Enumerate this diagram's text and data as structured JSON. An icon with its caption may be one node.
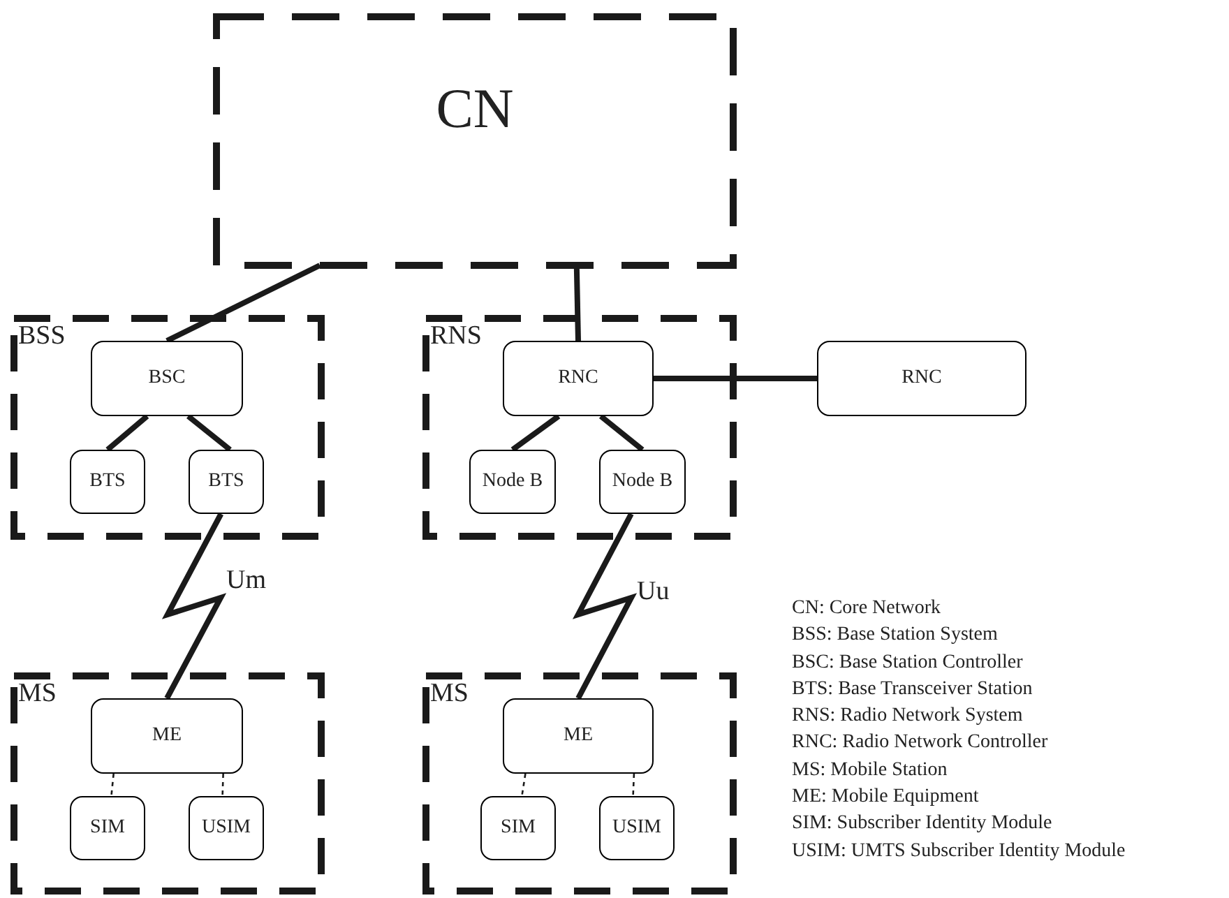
{
  "diagram": {
    "nodes": [
      {
        "text": [
          "CN"
        ]
      },
      {
        "text": [
          "BSS"
        ]
      },
      {
        "text": [
          "BSC"
        ],
        "in": 1
      },
      {
        "text": [
          "BTS"
        ],
        "in": 1
      },
      {
        "text": [
          "BTS"
        ],
        "in": 1
      },
      {
        "text": [
          "RNS"
        ]
      },
      {
        "text": [
          "RNC"
        ],
        "in": 5
      },
      {
        "text": [
          "Node B"
        ],
        "in": 5
      },
      {
        "text": [
          "Node B"
        ],
        "in": 5
      },
      {
        "text": [
          "RNC"
        ]
      },
      {
        "text": [
          "MS"
        ]
      },
      {
        "text": [
          "ME"
        ],
        "in": 10
      },
      {
        "text": [
          "SIM"
        ],
        "in": 10
      },
      {
        "text": [
          "USIM"
        ],
        "in": 10
      },
      {
        "text": [
          "MS"
        ]
      },
      {
        "text": [
          "ME"
        ],
        "in": 14
      },
      {
        "text": [
          "SIM"
        ],
        "in": 14
      },
      {
        "text": [
          "USIM"
        ],
        "in": 14
      }
    ],
    "edges": [
      {
        "from": 0,
        "to": 2,
        "arrow": "none"
      },
      {
        "from": 0,
        "to": 6,
        "arrow": "none"
      },
      {
        "from": 6,
        "to": 9,
        "arrow": "none"
      },
      {
        "from": 2,
        "to": 3,
        "arrow": "none"
      },
      {
        "from": 2,
        "to": 4,
        "arrow": "none"
      },
      {
        "from": 6,
        "to": 7,
        "arrow": "none"
      },
      {
        "from": 6,
        "to": 8,
        "arrow": "none"
      },
      {
        "from": 4,
        "to": 11,
        "arrow": "none",
        "label": "Um"
      },
      {
        "from": 8,
        "to": 15,
        "arrow": "none",
        "label": "Uu"
      },
      {
        "from": 11,
        "to": 12,
        "arrow": "none",
        "style": "dashed"
      },
      {
        "from": 11,
        "to": 13,
        "arrow": "none",
        "style": "dashed"
      },
      {
        "from": 15,
        "to": 16,
        "arrow": "none",
        "style": "dashed"
      },
      {
        "from": 15,
        "to": 17,
        "arrow": "none",
        "style": "dashed"
      }
    ],
    "labels": [
      "CN: Core Network",
      "BSS: Base Station System",
      "BSC: Base Station Controller",
      "BTS: Base Transceiver Station",
      "RNS: Radio Network System",
      "RNC: Radio Network Controller",
      "MS: Mobile Station",
      "ME: Mobile Equipment",
      "SIM: Subscriber Identity Module",
      "USIM: UMTS Subscriber Identity Module"
    ]
  }
}
